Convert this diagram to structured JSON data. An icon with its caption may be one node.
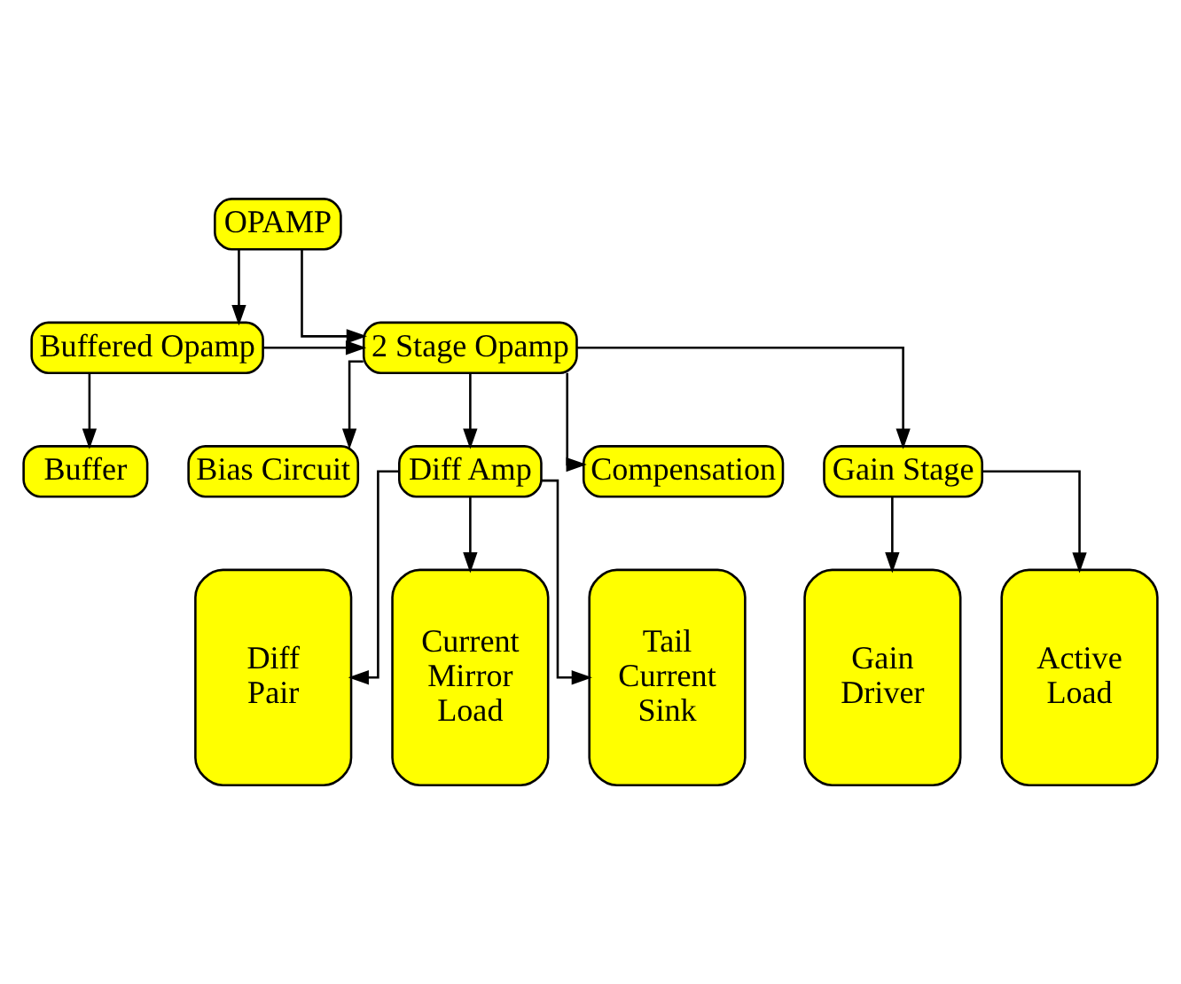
{
  "diagram": {
    "nodes": [
      {
        "text": [
          "OPAMP"
        ]
      },
      {
        "text": [
          "Buffered Opamp"
        ]
      },
      {
        "text": [
          "2 Stage Opamp"
        ]
      },
      {
        "text": [
          "Bias Circuit"
        ]
      },
      {
        "text": [
          "Diff Amp"
        ]
      },
      {
        "text": [
          "Compensation"
        ]
      },
      {
        "text": [
          "Gain Stage"
        ]
      },
      {
        "text": [
          "Buffer"
        ]
      },
      {
        "text": [
          "Diff Pair"
        ]
      },
      {
        "text": [
          "Current Mirror Load"
        ]
      },
      {
        "text": [
          "Tail Current Sink"
        ]
      },
      {
        "text": [
          "Gain Driver"
        ]
      },
      {
        "text": [
          "Active Load"
        ]
      }
    ],
    "edges": [
      {
        "from": 0,
        "to": 2,
        "arrow": "to"
      },
      {
        "from": 0,
        "to": 1,
        "arrow": "to"
      },
      {
        "from": 1,
        "to": 2,
        "arrow": "to"
      },
      {
        "from": 1,
        "to": 7,
        "arrow": "to"
      },
      {
        "from": 2,
        "to": 3,
        "arrow": "to"
      },
      {
        "from": 2,
        "to": 4,
        "arrow": "to"
      },
      {
        "from": 2,
        "to": 5,
        "arrow": "to"
      },
      {
        "from": 2,
        "to": 6,
        "arrow": "to"
      },
      {
        "from": 4,
        "to": 8,
        "arrow": "to"
      },
      {
        "from": 4,
        "to": 9,
        "arrow": "to"
      },
      {
        "from": 4,
        "to": 10,
        "arrow": "to"
      },
      {
        "from": 6,
        "to": 11,
        "arrow": "to"
      },
      {
        "from": 6,
        "to": 12,
        "arrow": "to"
      }
    ]
  }
}
